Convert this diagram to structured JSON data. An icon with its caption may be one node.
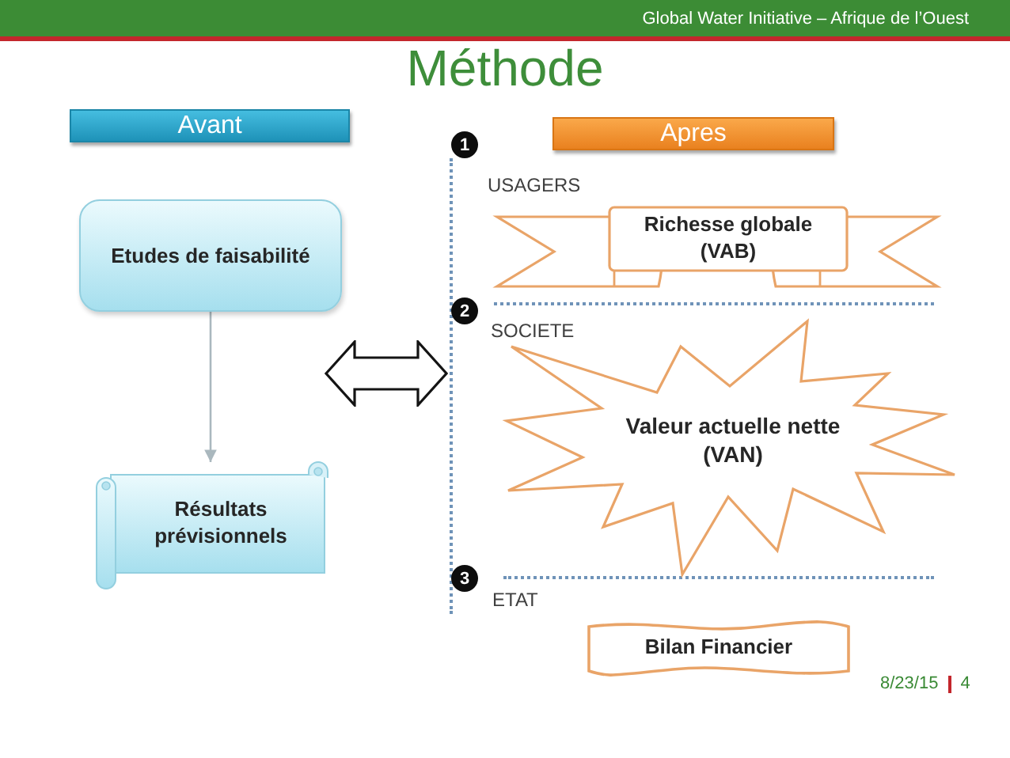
{
  "diagram": {
    "title": "Méthode",
    "nodes": [
      {
        "text": [
          "Avant"
        ]
      },
      {
        "text": [
          "Etudes de faisabilité"
        ]
      },
      {
        "text": [
          "Résultats prévisionnels"
        ]
      },
      {
        "text": [
          "Apres"
        ]
      },
      {
        "text": [
          "Richesse globale (VAB)"
        ]
      },
      {
        "text": [
          "Valeur actuelle nette (VAN)"
        ]
      },
      {
        "text": [
          "Bilan Financier"
        ]
      }
    ],
    "edges": [
      {
        "from": 1,
        "to": 2,
        "arrow": "to"
      }
    ],
    "labels": [
      "Global Water Initiative – Afrique de l’Ouest",
      "1",
      "USAGERS",
      "2",
      "SOCIETE",
      "3",
      "ETAT",
      "8/23/15",
      "4"
    ]
  }
}
